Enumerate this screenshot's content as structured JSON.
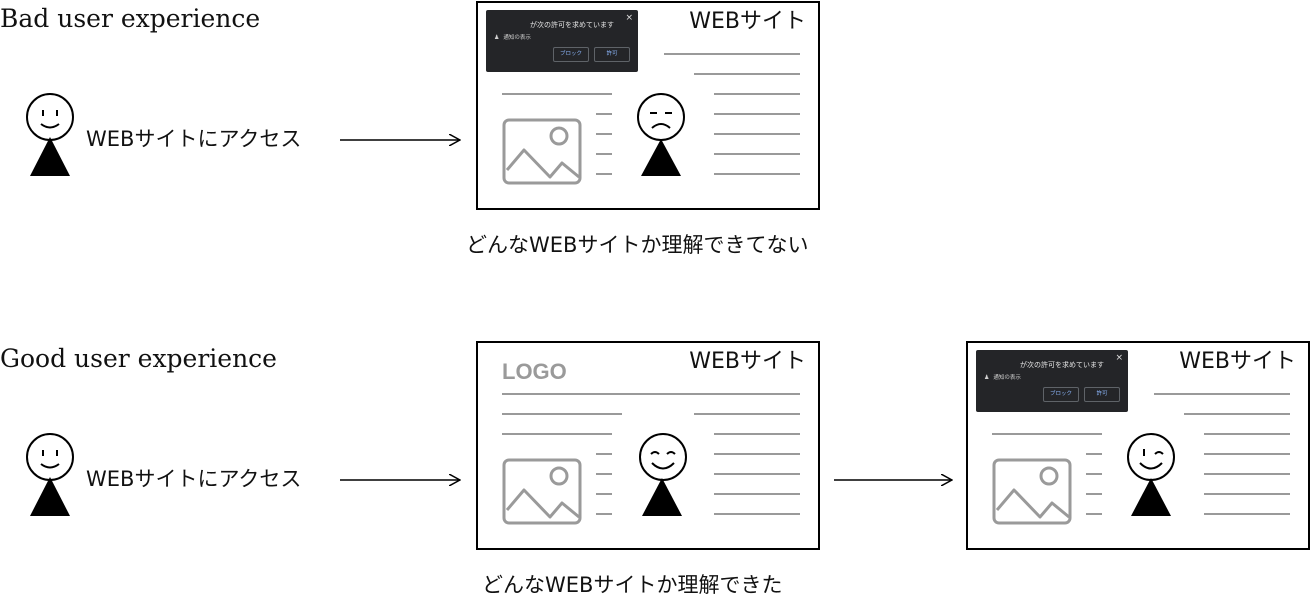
{
  "bad": {
    "heading": "Bad user experience",
    "access_label": "WEBサイトにアクセス",
    "site_title": "WEBサイト",
    "caption": "どんなWEBサイトか理解できてない",
    "popup": {
      "title": "が次の許可を求めています",
      "row": "通知の表示",
      "block": "ブロック",
      "allow": "許可",
      "close": "×"
    }
  },
  "good": {
    "heading": "Good user experience",
    "access_label": "WEBサイトにアクセス",
    "site1": {
      "title": "WEBサイト",
      "logo": "LOGO"
    },
    "site2": {
      "title": "WEBサイト"
    },
    "caption": "どんなWEBサイトか理解できた",
    "popup": {
      "title": "が次の許可を求めています",
      "row": "通知の表示",
      "block": "ブロック",
      "allow": "許可",
      "close": "×"
    }
  },
  "icons": {
    "person": "stick-figure-icon",
    "image_placeholder": "image-placeholder-icon",
    "arrow": "right-arrow-icon",
    "bell": "bell-icon"
  },
  "colors": {
    "line": "#9a9a9a",
    "stroke": "#000000",
    "popup_bg": "#242528",
    "popup_button_text": "#8ab4f8"
  }
}
